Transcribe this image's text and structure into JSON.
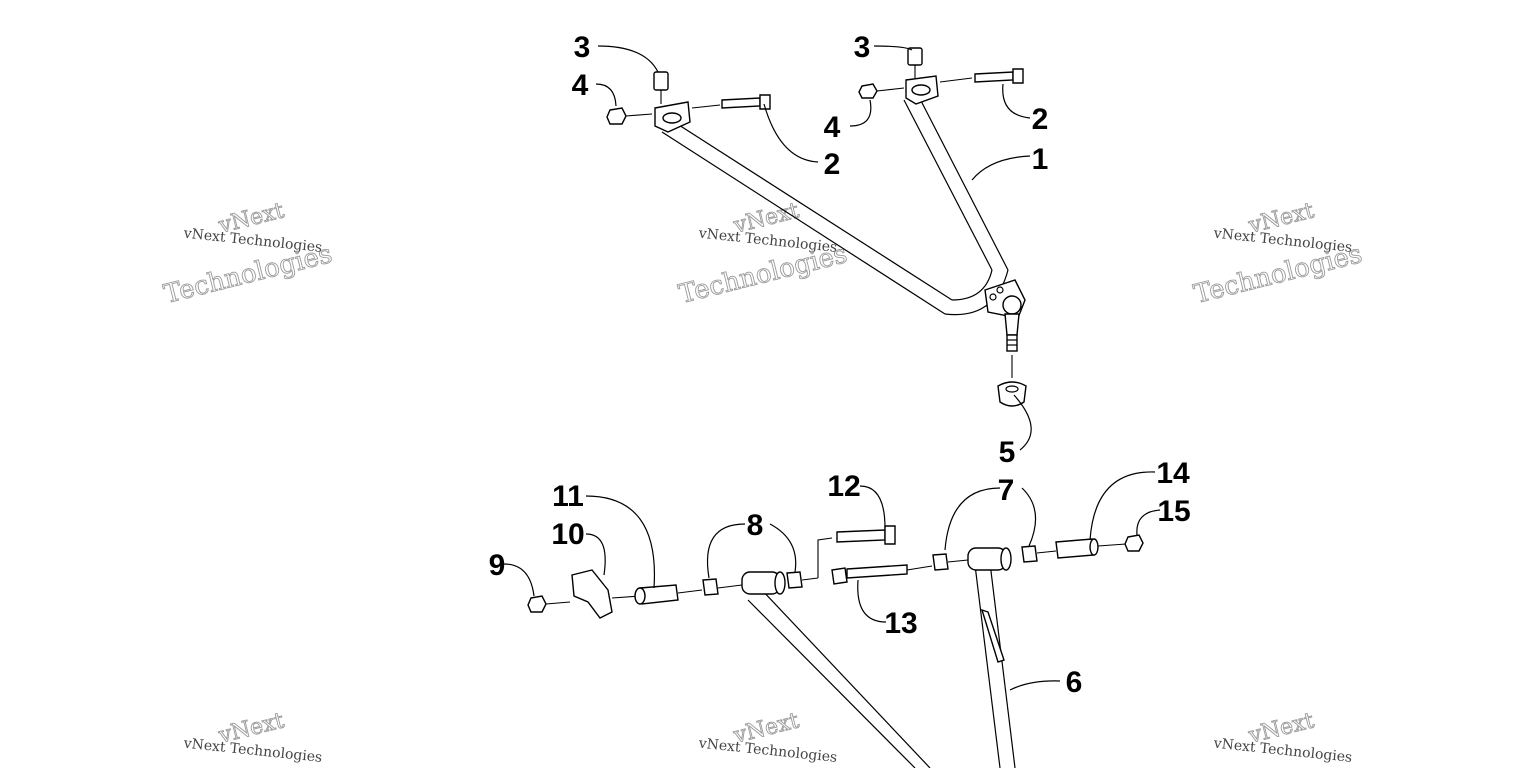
{
  "watermark": {
    "line1": "vNext",
    "line2": "vNext Technologies",
    "line3": "Technologies"
  },
  "callouts": {
    "p1": "1",
    "p2a": "2",
    "p2b": "2",
    "p3a": "3",
    "p3b": "3",
    "p4a": "4",
    "p4b": "4",
    "p5": "5",
    "p6": "6",
    "p7": "7",
    "p8": "8",
    "p9": "9",
    "p10": "10",
    "p11": "11",
    "p12": "12",
    "p13": "13",
    "p14": "14",
    "p15": "15"
  }
}
